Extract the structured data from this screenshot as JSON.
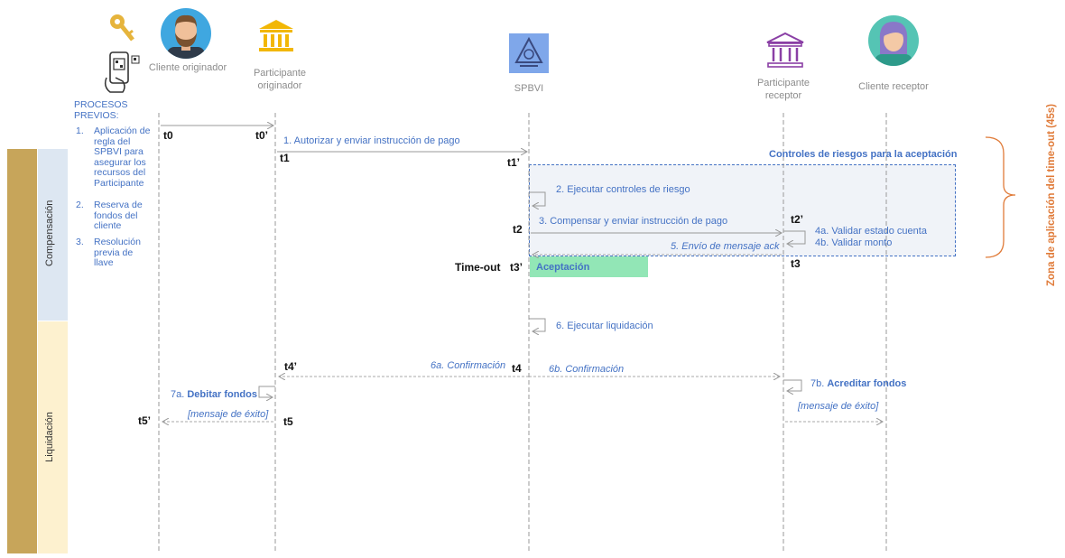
{
  "actors": {
    "cliente_originador": "Cliente originador",
    "participante_originador": "Participante originador",
    "spbvi": "SPBVI",
    "participante_receptor": "Participante receptor",
    "cliente_receptor": "Cliente receptor"
  },
  "procesos_previos": {
    "title": "PROCESOS PREVIOS:",
    "items": [
      {
        "num": "1.",
        "text": "Aplicación de regla del SPBVI para asegurar los recursos del Participante"
      },
      {
        "num": "2.",
        "text": "Reserva de fondos del cliente"
      },
      {
        "num": "3.",
        "text": "Resolución previa de llave"
      }
    ]
  },
  "phases": {
    "compensacion": "Compensación",
    "liquidacion": "Liquidación"
  },
  "times": {
    "t0": "t0",
    "t0p": "t0’",
    "t1": "t1",
    "t1p": "t1’",
    "t2": "t2",
    "t2p": "t2’",
    "t3": "t3",
    "t3p": "t3’",
    "t4": "t4",
    "t4p": "t4’",
    "t5": "t5",
    "t5p": "t5’"
  },
  "messages": {
    "m1": "1. Autorizar y enviar instrucción de pago",
    "m2": "2. Ejecutar controles de riesgo",
    "m3": "3. Compensar y enviar instrucción de pago",
    "m4a": "4a. Validar estado cuenta",
    "m4b": "4b. Validar monto",
    "m5": "5. Envío de mensaje ack",
    "m6": "6. Ejecutar liquidación",
    "m6a": "6a. Confirmación",
    "m6b": "6b. Confirmación",
    "m7a_prefix": "7a. ",
    "m7a_bold": "Debitar fondos",
    "m7b_prefix": "7b. ",
    "m7b_bold": "Acreditar fondos",
    "exito_left": "[mensaje de éxito]",
    "exito_right": "[mensaje de éxito]"
  },
  "controles_title": "Controles de riesgos para la aceptación",
  "timeout_label": "Time-out",
  "aceptacion": "Aceptación",
  "zona": "Zona de aplicación del time-out (45s)",
  "colors": {
    "accent_blue": "#4472c4",
    "gold": "#c7a55a",
    "compensacion_bg": "#dde7f2",
    "liquidacion_bg": "#fdf1cf",
    "aceptacion_bg": "#92e6b6",
    "zona_orange": "#e07b39"
  },
  "icons": [
    "key-icon",
    "phone-qr-icon",
    "user-man-avatar",
    "bank-gold-icon",
    "spbvi-logo-icon",
    "bank-purple-icon",
    "user-woman-avatar"
  ]
}
